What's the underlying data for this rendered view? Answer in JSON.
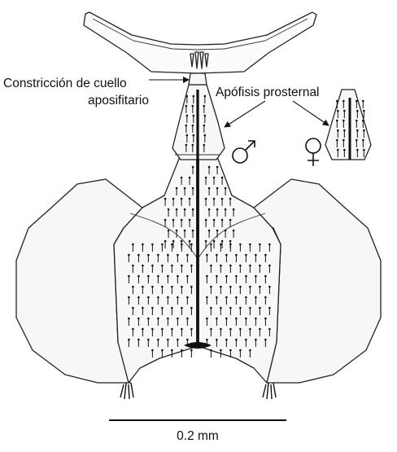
{
  "labels": {
    "neck_constriction_line1": "Constricción de cuello",
    "neck_constriction_line2": "aposifitario",
    "prosternal_apophysis": "Apófisis prosternal"
  },
  "sex_symbols": {
    "male": "male-symbol",
    "female": "female-symbol"
  },
  "scale_bar": {
    "label": "0.2 mm"
  },
  "colors": {
    "outline": "#222222",
    "fill": "#f7f7f7",
    "setae": "#111111"
  }
}
